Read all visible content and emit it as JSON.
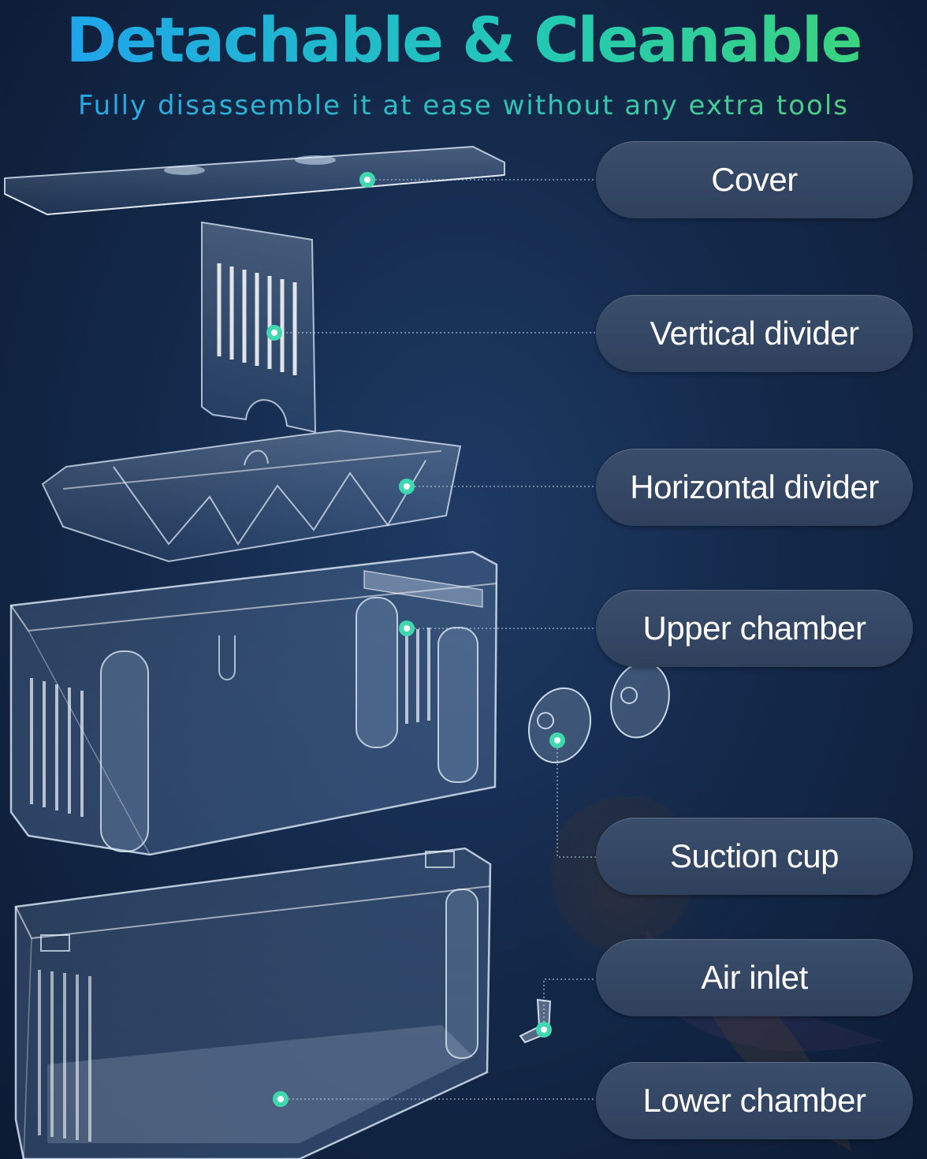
{
  "header": {
    "title": "Detachable & Cleanable",
    "subtitle": "Fully disassemble it at ease without any extra tools"
  },
  "labels": [
    {
      "id": "cover",
      "text": "Cover"
    },
    {
      "id": "vertical-divider",
      "text": "Vertical divider"
    },
    {
      "id": "horizontal-divider",
      "text": "Horizontal divider"
    },
    {
      "id": "upper-chamber",
      "text": "Upper chamber"
    },
    {
      "id": "suction-cup",
      "text": "Suction cup"
    },
    {
      "id": "air-inlet",
      "text": "Air inlet"
    },
    {
      "id": "lower-chamber",
      "text": "Lower chamber"
    }
  ],
  "colors": {
    "background": "#142a4c",
    "title_gradient_start": "#1e9ff2",
    "title_gradient_end": "#3fd675",
    "marker": "#3fd8b0",
    "pill": "#34475f"
  }
}
